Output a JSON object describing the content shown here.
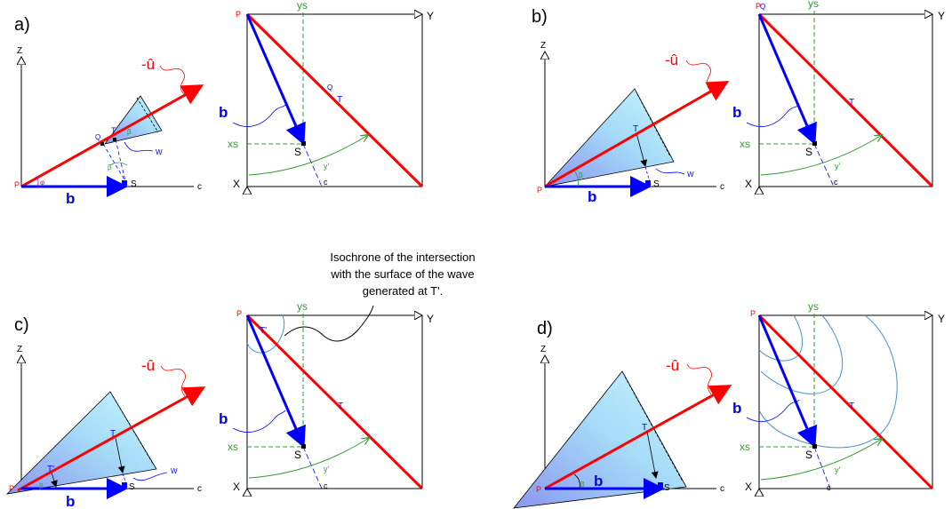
{
  "panels": {
    "a": {
      "label": "a)"
    },
    "b": {
      "label": "b)"
    },
    "c": {
      "label": "c)"
    },
    "d": {
      "label": "d)"
    }
  },
  "note": "Isochrone of the intersection\nwith the surface of the wave\ngenerated at T'.",
  "labels": {
    "Z": "Z",
    "P": "P",
    "b": "b",
    "c": "c",
    "S": "S",
    "T": "T",
    "Tprime": "T'",
    "Q": "Q",
    "W": "W",
    "u": "-û",
    "beta": "β",
    "phi": "φ",
    "ys": "ys",
    "xs": "xs",
    "Y": "Y",
    "X": "X",
    "yprime": "y'"
  },
  "colors": {
    "red": "#ff0000",
    "blue": "#0000ff",
    "green": "#339933",
    "curve": "#4a90c8",
    "cone_light": "#bfefff",
    "cone_dark": "#8a96f0"
  }
}
